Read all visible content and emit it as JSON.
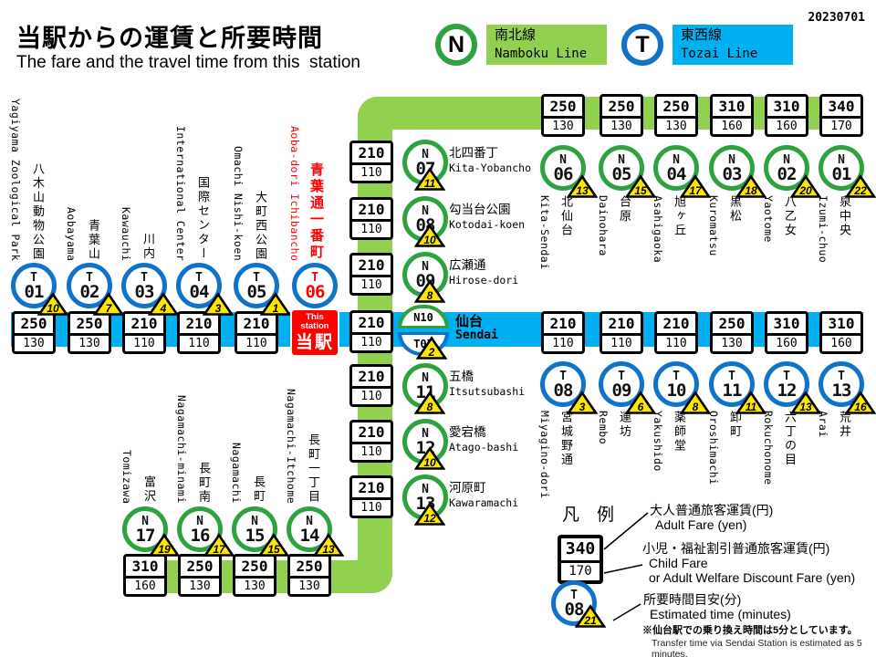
{
  "header": {
    "title_jp": "当駅からの運賃と所要時間",
    "title_en": "The fare and the travel time from this  station",
    "date": "20230701",
    "line_legend": [
      {
        "letter": "N",
        "name_jp": "南北線",
        "name_en": "Namboku Line"
      },
      {
        "letter": "T",
        "name_jp": "東西線",
        "name_en": "Tozai Line"
      }
    ]
  },
  "colors": {
    "namboku_line_green": "#92D050",
    "tozai_line_blue": "#00B0F0",
    "namboku_ring_green": "#2EA23E",
    "tozai_ring_blue": "#0F74C9",
    "time_triangle_yellow": "#FFE600",
    "highlight_red": "#FF0000"
  },
  "map": {
    "top_row": {
      "stations": [
        {
          "line": "N",
          "num": "06",
          "jp": "北仙台",
          "en": "Kita-Sendai",
          "time": "13",
          "fare": "250",
          "fare_child": "130"
        },
        {
          "line": "N",
          "num": "05",
          "jp": "台原",
          "en": "Dainohara",
          "time": "15",
          "fare": "250",
          "fare_child": "130"
        },
        {
          "line": "N",
          "num": "04",
          "jp": "旭ヶ丘",
          "en": "Asahigaoka",
          "time": "17",
          "fare": "250",
          "fare_child": "130"
        },
        {
          "line": "N",
          "num": "03",
          "jp": "黒松",
          "en": "Kuromatsu",
          "time": "18",
          "fare": "310",
          "fare_child": "160"
        },
        {
          "line": "N",
          "num": "02",
          "jp": "八乙女",
          "en": "Yaotome",
          "time": "20",
          "fare": "310",
          "fare_child": "160"
        },
        {
          "line": "N",
          "num": "01",
          "jp": "泉中央",
          "en": "Izumi-chuo",
          "time": "22",
          "fare": "340",
          "fare_child": "170"
        }
      ]
    },
    "left_column": {
      "stations": [
        {
          "line": "N",
          "num": "07",
          "jp": "北四番丁",
          "en": "Kita-Yobancho",
          "time": "11",
          "fare": "210",
          "fare_child": "110"
        },
        {
          "line": "N",
          "num": "08",
          "jp": "勾当台公園",
          "en": "Kotodai-koen",
          "time": "10",
          "fare": "210",
          "fare_child": "110"
        },
        {
          "line": "N",
          "num": "09",
          "jp": "広瀬通",
          "en": "Hirose-dori",
          "time": "8",
          "fare": "210",
          "fare_child": "110"
        },
        {
          "line": "N",
          "num": "11",
          "jp": "五橋",
          "en": "Itsutsubashi",
          "time": "8",
          "fare": "210",
          "fare_child": "110"
        },
        {
          "line": "N",
          "num": "12",
          "jp": "愛宕橋",
          "en": "Atago-bashi",
          "time": "10",
          "fare": "210",
          "fare_child": "110"
        },
        {
          "line": "N",
          "num": "13",
          "jp": "河原町",
          "en": "Kawaramachi",
          "time": "12",
          "fare": "210",
          "fare_child": "110"
        }
      ]
    },
    "sendai": {
      "id_top": "N10",
      "id_bottom": "T07",
      "jp": "仙台",
      "en": "Sendai",
      "time": "2",
      "fare": "210",
      "fare_child": "110"
    },
    "west_row": {
      "stations": [
        {
          "line": "T",
          "num": "01",
          "jp": "八木山動物公園",
          "en": "Yagiyama Zoological Park",
          "time": "10",
          "fare": "250",
          "fare_child": "130"
        },
        {
          "line": "T",
          "num": "02",
          "jp": "青葉山",
          "en": "Aobayama",
          "time": "7",
          "fare": "250",
          "fare_child": "130"
        },
        {
          "line": "T",
          "num": "03",
          "jp": "川内",
          "en": "Kawauchi",
          "time": "4",
          "fare": "210",
          "fare_child": "110"
        },
        {
          "line": "T",
          "num": "04",
          "jp": "国際センター",
          "en": "International Center",
          "time": "3",
          "fare": "210",
          "fare_child": "110"
        },
        {
          "line": "T",
          "num": "05",
          "jp": "大町西公園",
          "en": "Omachi Nishi-koen",
          "time": "1",
          "fare": "210",
          "fare_child": "110"
        }
      ]
    },
    "current_station": {
      "line": "T",
      "num": "06",
      "jp": "青葉通一番町",
      "en": "Aoba-dori Ichibancho",
      "marker_en": "This station",
      "marker_jp": "当駅"
    },
    "east_row": {
      "stations": [
        {
          "line": "T",
          "num": "08",
          "jp": "宮城野通",
          "en": "Miyagino-dori",
          "time": "3",
          "fare": "210",
          "fare_child": "110"
        },
        {
          "line": "T",
          "num": "09",
          "jp": "連坊",
          "en": "Rembo",
          "time": "6",
          "fare": "210",
          "fare_child": "110"
        },
        {
          "line": "T",
          "num": "10",
          "jp": "薬師堂",
          "en": "Yakushido",
          "time": "8",
          "fare": "210",
          "fare_child": "110"
        },
        {
          "line": "T",
          "num": "11",
          "jp": "卸町",
          "en": "Oroshimachi",
          "time": "11",
          "fare": "250",
          "fare_child": "130"
        },
        {
          "line": "T",
          "num": "12",
          "jp": "六丁の目",
          "en": "Rokuchonome",
          "time": "13",
          "fare": "310",
          "fare_child": "160"
        },
        {
          "line": "T",
          "num": "13",
          "jp": "荒井",
          "en": "Arai",
          "time": "16",
          "fare": "310",
          "fare_child": "160"
        }
      ]
    },
    "bottom_row": {
      "stations": [
        {
          "line": "N",
          "num": "17",
          "jp": "富沢",
          "en": "Tomizawa",
          "time": "19",
          "fare": "310",
          "fare_child": "160"
        },
        {
          "line": "N",
          "num": "16",
          "jp": "長町南",
          "en": "Nagamachi-minami",
          "time": "17",
          "fare": "250",
          "fare_child": "130"
        },
        {
          "line": "N",
          "num": "15",
          "jp": "長町",
          "en": "Nagamachi",
          "time": "15",
          "fare": "250",
          "fare_child": "130"
        },
        {
          "line": "N",
          "num": "14",
          "jp": "長町一丁目",
          "en": "Nagamachi-Itchome",
          "time": "13",
          "fare": "250",
          "fare_child": "130"
        }
      ]
    }
  },
  "legend": {
    "title": "凡　例",
    "sample_fare": {
      "adult": "340",
      "child": "170"
    },
    "adult_fare_jp": "大人普通旅客運賃(円)",
    "adult_fare_en": "Adult Fare (yen)",
    "child_fare_jp": "小児・福祉割引普通旅客運賃(円)",
    "child_fare_en1": "Child Fare",
    "child_fare_en2": "or Adult Welfare Discount Fare (yen)",
    "sample_circle": {
      "line": "T",
      "num": "08",
      "time": "21"
    },
    "time_jp": "所要時間目安(分)",
    "time_en": "Estimated time (minutes)",
    "note_jp": "※仙台駅での乗り換え時間は5分としています。",
    "note_en": "Transfer time via Sendai Station is estimated as 5 minutes."
  }
}
